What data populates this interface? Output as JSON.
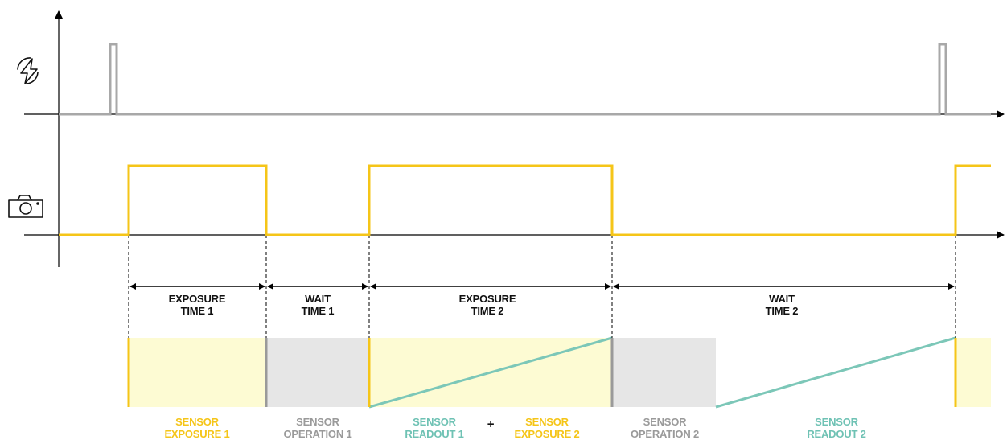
{
  "colors": {
    "flash_signal": "#a8a8a8",
    "camera_signal": "#f5c518",
    "exposure_fill": "#fdfbd3",
    "operation_fill": "#e6e6e6",
    "readout_line": "#7cc7b8",
    "axis": "#000000"
  },
  "icons": {
    "flash": "lightning-bolt-in-circle",
    "camera": "camera"
  },
  "intervals": {
    "exposure1": {
      "line1": "EXPOSURE",
      "line2": "TIME 1"
    },
    "wait1": {
      "line1": "WAIT",
      "line2": "TIME 1"
    },
    "exposure2": {
      "line1": "EXPOSURE",
      "line2": "TIME 2"
    },
    "wait2": {
      "line1": "WAIT",
      "line2": "TIME 2"
    }
  },
  "sensor_phases": {
    "exposure1": {
      "line1": "SENSOR",
      "line2": "EXPOSURE 1"
    },
    "operation1": {
      "line1": "SENSOR",
      "line2": "OPERATION 1"
    },
    "readout1": {
      "line1": "SENSOR",
      "line2": "READOUT 1"
    },
    "plus": "+",
    "exposure2": {
      "line1": "SENSOR",
      "line2": "EXPOSURE 2"
    },
    "operation2": {
      "line1": "SENSOR",
      "line2": "OPERATION 2"
    },
    "readout2": {
      "line1": "SENSOR",
      "line2": "READOUT 2"
    }
  }
}
